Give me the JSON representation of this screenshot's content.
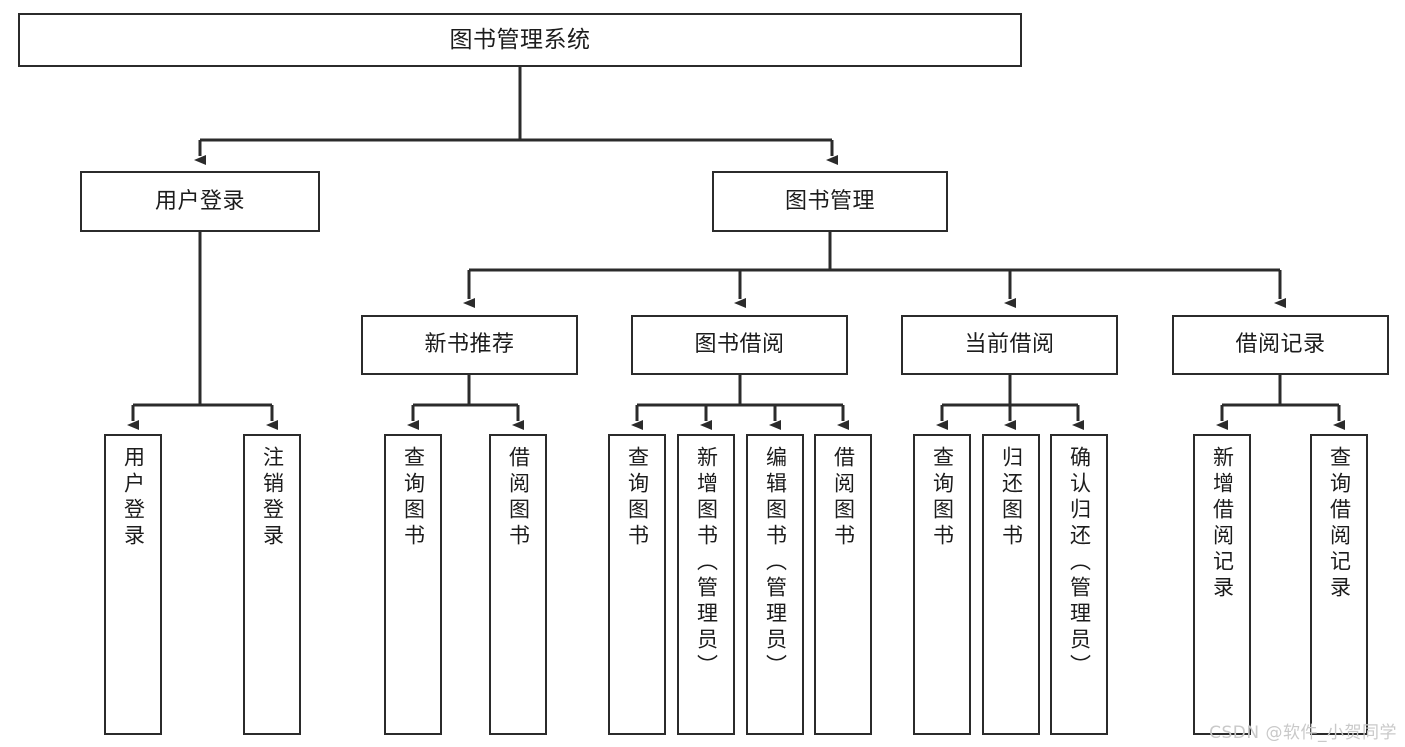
{
  "diagram": {
    "title": "图书管理系统",
    "stroke_color": "#2b2b2b",
    "fill_color": "#ffffff",
    "text_color": "#1c1c1c"
  },
  "nodes": {
    "root": {
      "label": "图书管理系统"
    },
    "level2": [
      {
        "id": "user-login",
        "label": "用户登录"
      },
      {
        "id": "book-management",
        "label": "图书管理"
      }
    ],
    "level3": [
      {
        "id": "new-book-recommend",
        "label": "新书推荐"
      },
      {
        "id": "book-borrow",
        "label": "图书借阅"
      },
      {
        "id": "current-borrow",
        "label": "当前借阅"
      },
      {
        "id": "borrow-record",
        "label": "借阅记录"
      }
    ],
    "leaves": {
      "user_login": [
        {
          "id": "leaf-user-login",
          "label": "用户登录"
        },
        {
          "id": "leaf-logout",
          "label": "注销登录"
        }
      ],
      "new_book_recommend": [
        {
          "id": "leaf-query-book-1",
          "label": "查询图书"
        },
        {
          "id": "leaf-borrow-book-1",
          "label": "借阅图书"
        }
      ],
      "book_borrow": [
        {
          "id": "leaf-query-book-2",
          "label": "查询图书"
        },
        {
          "id": "leaf-add-book",
          "label": "新增图书（管理员）"
        },
        {
          "id": "leaf-edit-book",
          "label": "编辑图书（管理员）"
        },
        {
          "id": "leaf-borrow-book-2",
          "label": "借阅图书"
        }
      ],
      "current_borrow": [
        {
          "id": "leaf-query-book-3",
          "label": "查询图书"
        },
        {
          "id": "leaf-return-book",
          "label": "归还图书"
        },
        {
          "id": "leaf-confirm-return",
          "label": "确认归还（管理员）"
        }
      ],
      "borrow_record": [
        {
          "id": "leaf-add-record",
          "label": "新增借阅记录"
        },
        {
          "id": "leaf-query-record",
          "label": "查询借阅记录"
        }
      ]
    }
  },
  "watermark": {
    "text": "CSDN @软件_小贺同学"
  },
  "chart_data": {
    "type": "table",
    "title": "图书管理系统 功能结构图",
    "tree": {
      "name": "图书管理系统",
      "children": [
        {
          "name": "用户登录",
          "children": [
            {
              "name": "用户登录"
            },
            {
              "name": "注销登录"
            }
          ]
        },
        {
          "name": "图书管理",
          "children": [
            {
              "name": "新书推荐",
              "children": [
                {
                  "name": "查询图书"
                },
                {
                  "name": "借阅图书"
                }
              ]
            },
            {
              "name": "图书借阅",
              "children": [
                {
                  "name": "查询图书"
                },
                {
                  "name": "新增图书（管理员）"
                },
                {
                  "name": "编辑图书（管理员）"
                },
                {
                  "name": "借阅图书"
                }
              ]
            },
            {
              "name": "当前借阅",
              "children": [
                {
                  "name": "查询图书"
                },
                {
                  "name": "归还图书"
                },
                {
                  "name": "确认归还（管理员）"
                }
              ]
            },
            {
              "name": "借阅记录",
              "children": [
                {
                  "name": "新增借阅记录"
                },
                {
                  "name": "查询借阅记录"
                }
              ]
            }
          ]
        }
      ]
    }
  }
}
